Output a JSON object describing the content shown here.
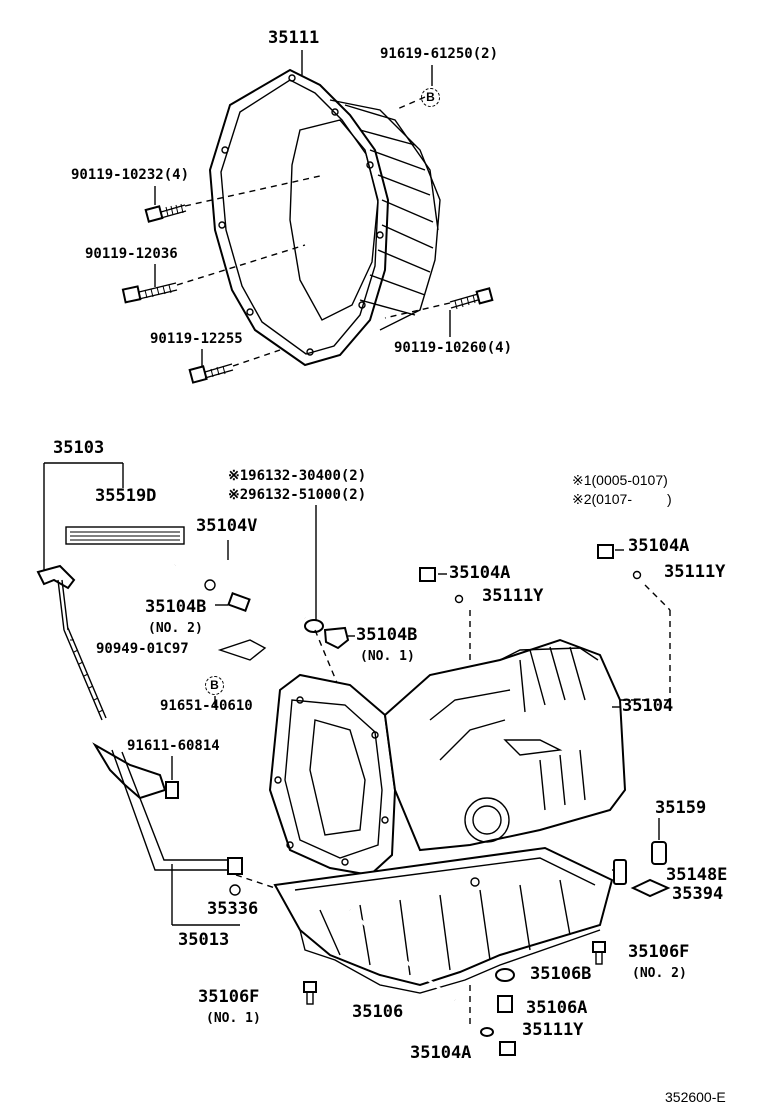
{
  "diagram_id": "352600-E",
  "note_lines": [
    "※1(0005-0107)",
    "※2(0107-         )"
  ],
  "labels": {
    "p35111": "35111",
    "p91619": "91619-61250(2)",
    "p90119_10232": "90119-10232(4)",
    "p90119_12036": "90119-12036",
    "p90119_12255": "90119-12255",
    "p90119_10260": "90119-10260(4)",
    "p35103": "35103",
    "p35519D": "35519D",
    "p35104V": "35104V",
    "p196132": "※196132-30400(2)",
    "p296132": "※296132-51000(2)",
    "p35104B_2": "35104B",
    "no2_a": "(NO. 2)",
    "p90949": "90949-01C97",
    "p35104B_1": "35104B",
    "no1_a": "(NO. 1)",
    "p91651": "91651-40610",
    "p91611": "91611-60814",
    "p35104A_top": "35104A",
    "p35111Y_top": "35111Y",
    "p35104A_right": "35104A",
    "p35111Y_right": "35111Y",
    "p35104": "35104",
    "p35159": "35159",
    "p35148E": "35148E",
    "p35394": "35394",
    "p35336": "35336",
    "p35013": "35013",
    "p35106F_2": "35106F",
    "no2_b": "(NO. 2)",
    "p35106B": "35106B",
    "p35106A": "35106A",
    "p35106F_1": "35106F",
    "no1_b": "(NO. 1)",
    "p35106": "35106",
    "p35111Y_bottom": "35111Y",
    "p35104A_bottom": "35104A"
  },
  "markers": {
    "b_top": "B",
    "b_mid": "B"
  }
}
